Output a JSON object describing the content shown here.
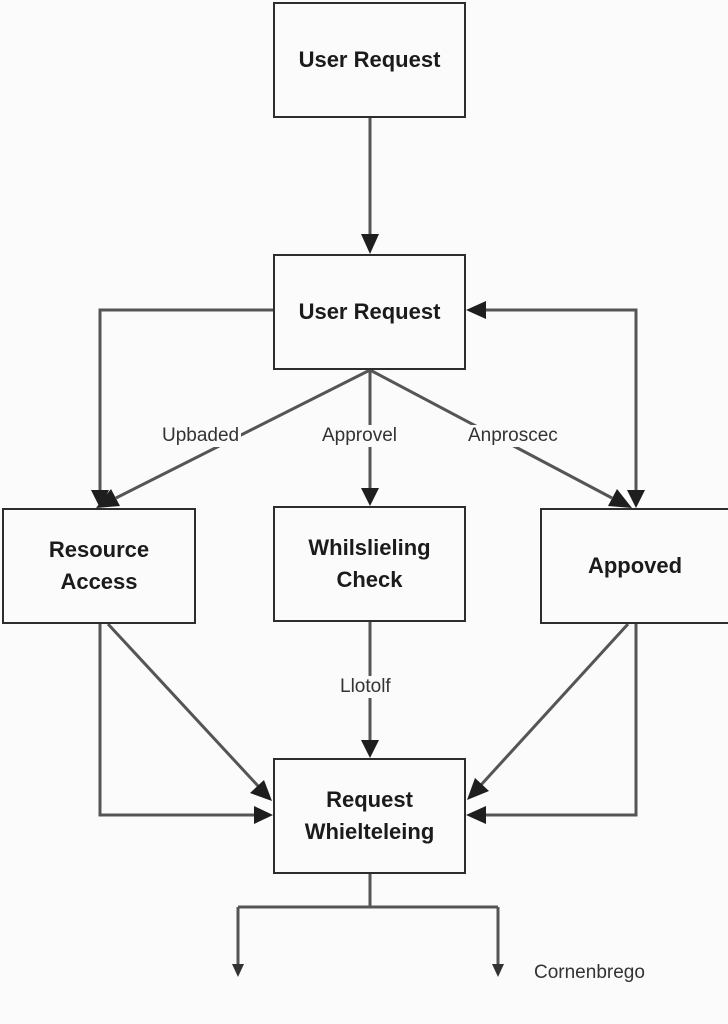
{
  "nodes": {
    "top": "User Request",
    "second": "User Request",
    "left": "Resource\nAccess",
    "middle": "Whilslieling\nCheck",
    "right": "Appoved",
    "bottom": "Request\nWhielteleing"
  },
  "edge_labels": {
    "left": "Upbaded",
    "center": "Approvel",
    "right": "Anproscec",
    "lower": "Llotolf",
    "end": "Cornenbrego"
  }
}
